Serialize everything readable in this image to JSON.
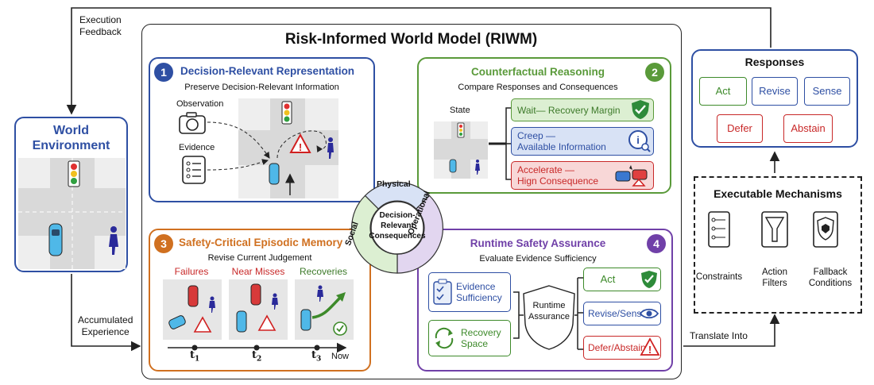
{
  "feedback": {
    "execution": "Execution\nFeedback",
    "accumulated": "Accumulated\nExperience",
    "translate": "Translate Into"
  },
  "world": {
    "title": "World\nEnvironment"
  },
  "riwm": {
    "title": "Risk-Informed World Model (RIWM)"
  },
  "panel1": {
    "num": "1",
    "title": "Decision-Relevant Representation",
    "subtitle": "Preserve Decision-Relevant Information",
    "observation": "Observation",
    "evidence": "Evidence",
    "color": "#2E4FA3"
  },
  "panel2": {
    "num": "2",
    "title": "Counterfactual Reasoning",
    "subtitle": "Compare Responses and Consequences",
    "state": "State",
    "options": [
      {
        "text": "Wait— Recovery Margin"
      },
      {
        "text": "Creep —\nAvailable Information"
      },
      {
        "text": "Accelerate —\nHign Consequence"
      }
    ],
    "color": "#5A9A3A"
  },
  "panel3": {
    "num": "3",
    "title": "Safety-Critical Episodic Memory",
    "subtitle": "Revise Current Judgement",
    "categories": [
      "Failures",
      "Near Misses",
      "Recoveries"
    ],
    "timeline": {
      "t1": "t",
      "t1_sub": "1",
      "t2": "t",
      "t2_sub": "2",
      "t3": "t",
      "t3_sub": "3",
      "now": "Now"
    },
    "color": "#D07020"
  },
  "panel4": {
    "num": "4",
    "title": "Runtime Safety Assurance",
    "subtitle": "Evaluate Evidence Sufficiency",
    "evidence": "Evidence\nSufficiency",
    "recovery": "Recovery\nSpace",
    "runtime": "Runtime\nAssurance",
    "outputs": [
      "Act",
      "Revise/Sense",
      "Defer/Abstain"
    ],
    "color": "#7040A8"
  },
  "center": {
    "label": "Decision-\nRelevant\nConsequences",
    "ring": [
      "Physical",
      "Operational",
      "Social"
    ]
  },
  "responses": {
    "title": "Responses",
    "items": [
      "Act",
      "Revise",
      "Sense",
      "Defer",
      "Abstain"
    ]
  },
  "mechanisms": {
    "title": "Executable Mechanisms",
    "items": [
      "Constraints",
      "Action\nFilters",
      "Fallback\nConditions"
    ]
  }
}
